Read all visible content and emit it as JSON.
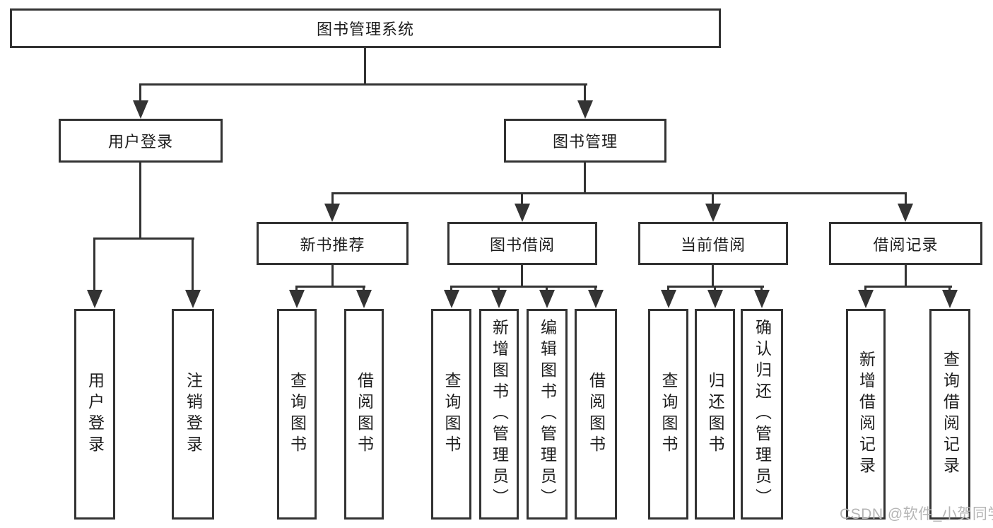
{
  "diagram": {
    "root": {
      "label": "图书管理系统"
    },
    "level1": [
      {
        "label": "用户登录",
        "children": [
          {
            "label": "用户登录"
          },
          {
            "label": "注销登录"
          }
        ]
      },
      {
        "label": "图书管理",
        "children": [
          {
            "label": "新书推荐",
            "children": [
              {
                "label": "查询图书"
              },
              {
                "label": "借阅图书"
              }
            ]
          },
          {
            "label": "图书借阅",
            "children": [
              {
                "label": "查询图书"
              },
              {
                "label": "新增图书（管理员）"
              },
              {
                "label": "编辑图书（管理员）"
              },
              {
                "label": "借阅图书"
              }
            ]
          },
          {
            "label": "当前借阅",
            "children": [
              {
                "label": "查询图书"
              },
              {
                "label": "归还图书"
              },
              {
                "label": "确认归还（管理员）"
              }
            ]
          },
          {
            "label": "借阅记录",
            "children": [
              {
                "label": "新增借阅记录"
              },
              {
                "label": "查询借阅记录"
              }
            ]
          }
        ]
      }
    ]
  },
  "watermark": {
    "text": "CSDN @软件_小贺同学"
  },
  "colors": {
    "line": "#333333",
    "box_border": "#333333",
    "text": "#1d1d1d",
    "watermark": "#b5b5b5",
    "background": "#ffffff"
  }
}
